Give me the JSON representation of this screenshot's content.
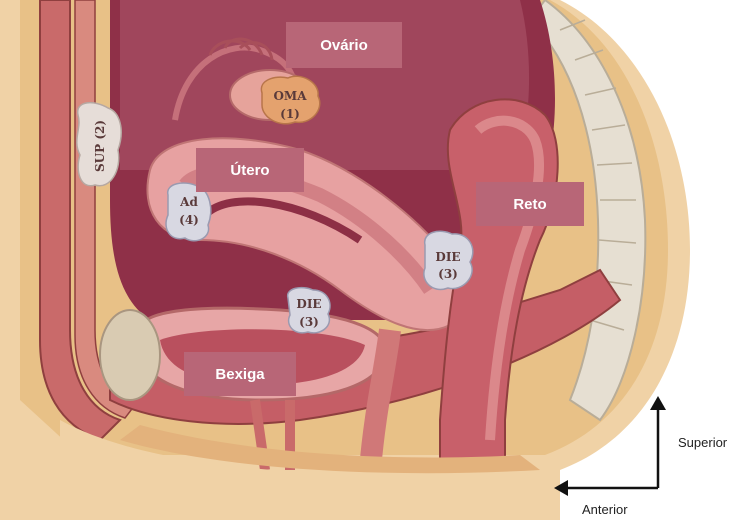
{
  "organ_labels": {
    "ovary": "Ovário",
    "uterus": "Útero",
    "rectum": "Reto",
    "bladder": "Bexiga"
  },
  "lesions": {
    "oma": {
      "line1": "OMA",
      "line2": "(1)"
    },
    "sup": {
      "line1": "SUP (2)"
    },
    "adhesion": {
      "line1": "Ad",
      "line2": "(4)"
    },
    "die_posterior": {
      "line1": "DIE",
      "line2": "(3)"
    },
    "die_anterior": {
      "line1": "DIE",
      "line2": "(3)"
    }
  },
  "axes": {
    "superior": "Superior",
    "anterior": "Anterior"
  }
}
